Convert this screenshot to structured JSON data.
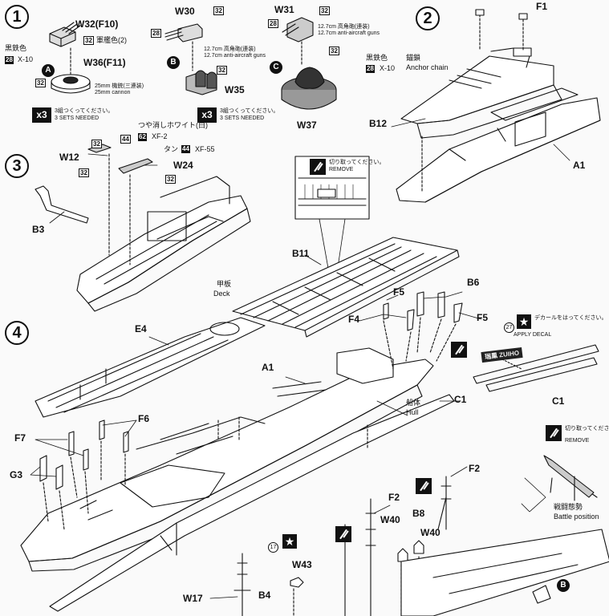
{
  "steps": {
    "s1": "1",
    "s2": "2",
    "s3": "3",
    "s4": "4"
  },
  "sub_markers": {
    "a": "A",
    "b": "B",
    "c": "C",
    "b_small": "B"
  },
  "step1": {
    "w32_label": "W32(F10)",
    "kurotetsu_jp": "黒鉄色",
    "x10": "X-10",
    "gunkan_jp": "軍艦色(2)",
    "w36_label": "W36(F11)",
    "p28": "28",
    "p32": "32",
    "cannon_25_jp": "25mm 機銃(三連装)",
    "cannon_25_en": "25mm cannon",
    "x3": "x3",
    "sets_jp": "3組つくってください。",
    "sets_en": "3 SETS NEEDED",
    "w30_label": "W30",
    "aa_jp": "12.7cm 高角砲(連装)",
    "aa_en": "12.7cm anti-aircraft guns",
    "w35_label": "W35",
    "w31_label": "W31",
    "w37_label": "W37"
  },
  "step2": {
    "f1": "F1",
    "kurotetsu_jp": "黒鉄色",
    "x10": "X-10",
    "anchor_jp": "錨鎖",
    "anchor_en": "Anchor chain",
    "b12": "B12",
    "a1": "A1",
    "p28": "28"
  },
  "step3": {
    "tsuyakeshi_jp": "つや消しホワイト(白)",
    "xf2": "XF-2",
    "tan_jp": "タン",
    "xf55": "XF-55",
    "w12": "W12",
    "w24": "W24",
    "b3": "B3",
    "p32": "32",
    "p44": "44",
    "p62": "62"
  },
  "remove_top": {
    "jp": "切り取ってください。",
    "en": "REMOVE"
  },
  "step4": {
    "b11": "B11",
    "deck_jp": "甲板",
    "deck_en": "Deck",
    "e4": "E4",
    "f5": "F5",
    "b6": "B6",
    "f4": "F4",
    "a1": "A1",
    "hull_jp": "船体",
    "hull_en": "Hull",
    "c1": "C1",
    "f6": "F6",
    "f7": "F7",
    "g3": "G3",
    "f2": "F2",
    "w40": "W40",
    "b8": "B8",
    "w43": "W43",
    "w17": "W17",
    "b4": "B4",
    "decal_num_27": "27",
    "decal_num_17": "17",
    "decal_jp": "デカールをはってください。",
    "decal_en": "APPLY DECAL",
    "decal_plate": "瑞鳳 ZUIHO",
    "remove_jp": "切り取ってください。",
    "remove_en": "REMOVE",
    "battle_jp": "戦闘態勢",
    "battle_en": "Battle position"
  }
}
